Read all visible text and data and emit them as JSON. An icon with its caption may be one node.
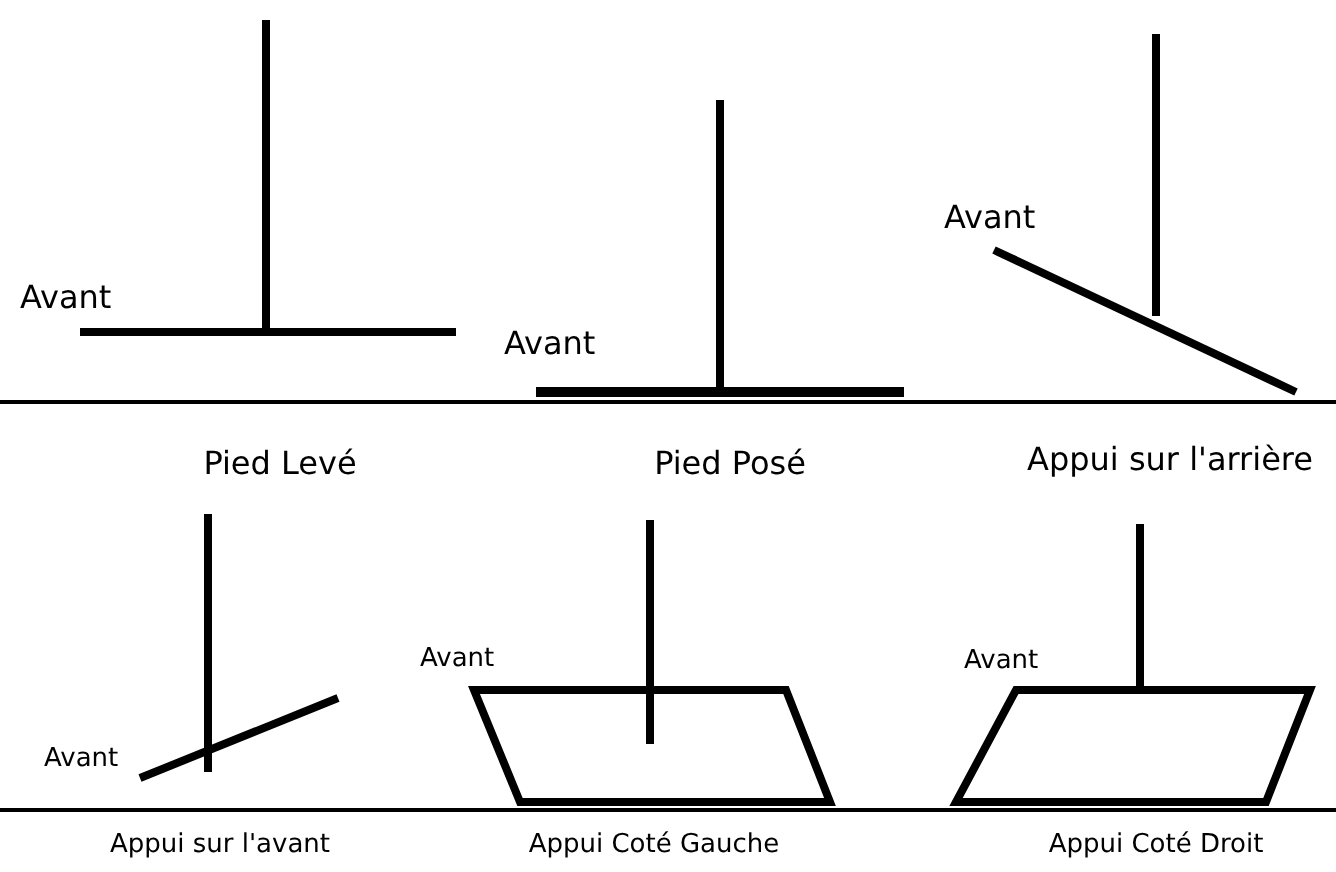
{
  "diagram": {
    "labels": [
      "Avant",
      "Avant",
      "Avant",
      "Pied Levé",
      "Pied Posé",
      "Appui sur l'arrière",
      "Avant",
      "Avant",
      "Avant",
      "Appui sur l'avant",
      "Appui Coté Gauche",
      "Appui Coté Droit"
    ]
  }
}
